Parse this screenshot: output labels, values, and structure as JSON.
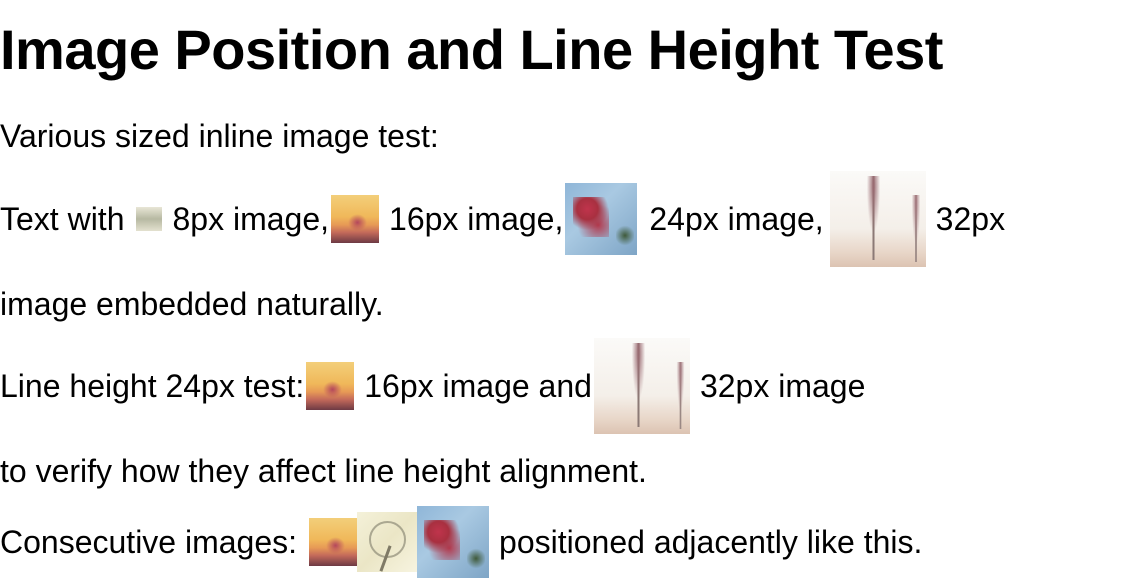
{
  "heading": "Image Position and Line Height Test",
  "intro": "Various sized inline image test:",
  "paragraph1": {
    "t1": "Text with",
    "t2": "8px image,",
    "t3": "16px image,",
    "t4": "24px image,",
    "t5": "32px",
    "t6": "image embedded naturally."
  },
  "paragraph2": {
    "t1": "Line height 24px test:",
    "t2": "16px image and",
    "t3": "32px image",
    "t4": "to verify how they affect line height alignment."
  },
  "paragraph3": {
    "t1": "Consecutive images:",
    "t2": "positioned adjacently like this."
  },
  "images": {
    "grey_swatch": "grey-gradient-image",
    "sunset": "sunset-tree-image",
    "flowers": "red-flowers-sky-image",
    "palms": "palm-trees-image",
    "sketch": "flower-sketch-image"
  },
  "colors": {
    "text": "#000000",
    "background": "#ffffff"
  }
}
